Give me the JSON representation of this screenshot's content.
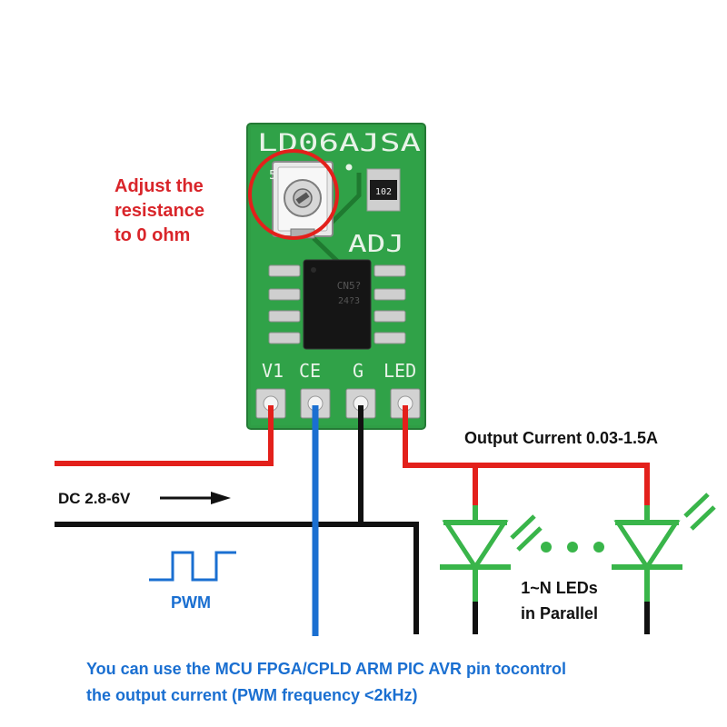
{
  "board": {
    "silkscreen_title": "LD06AJSA",
    "adj_label": "ADJ",
    "resistor_code": "102",
    "chip_marking_1": "CN5?",
    "chip_marking_2": "24?3",
    "pins": [
      "V1",
      "CE",
      "G",
      "LED"
    ]
  },
  "annotations": {
    "adjust_line_1": "Adjust the",
    "adjust_line_2": "resistance",
    "adjust_line_3": "to 0 ohm",
    "dc_input": "DC 2.8-6V",
    "output_current": "Output Current 0.03-1.5A",
    "leds_line_1": "1~N LEDs",
    "leds_line_2": "in Parallel",
    "pwm": "PWM",
    "bottom_line_1": "You can use the MCU FPGA/CPLD ARM PIC AVR pin tocontrol",
    "bottom_line_2": "the output current (PWM frequency <2kHz)"
  },
  "colors": {
    "board_green": "#2f9e45",
    "silkscreen": "#e8f3e8",
    "positive_wire": "#e3201b",
    "ground_wire": "#111111",
    "control_wire": "#1a6fd1",
    "led_green": "#39b54a",
    "note_red": "#d9252a",
    "note_blue": "#1a6fd1"
  }
}
